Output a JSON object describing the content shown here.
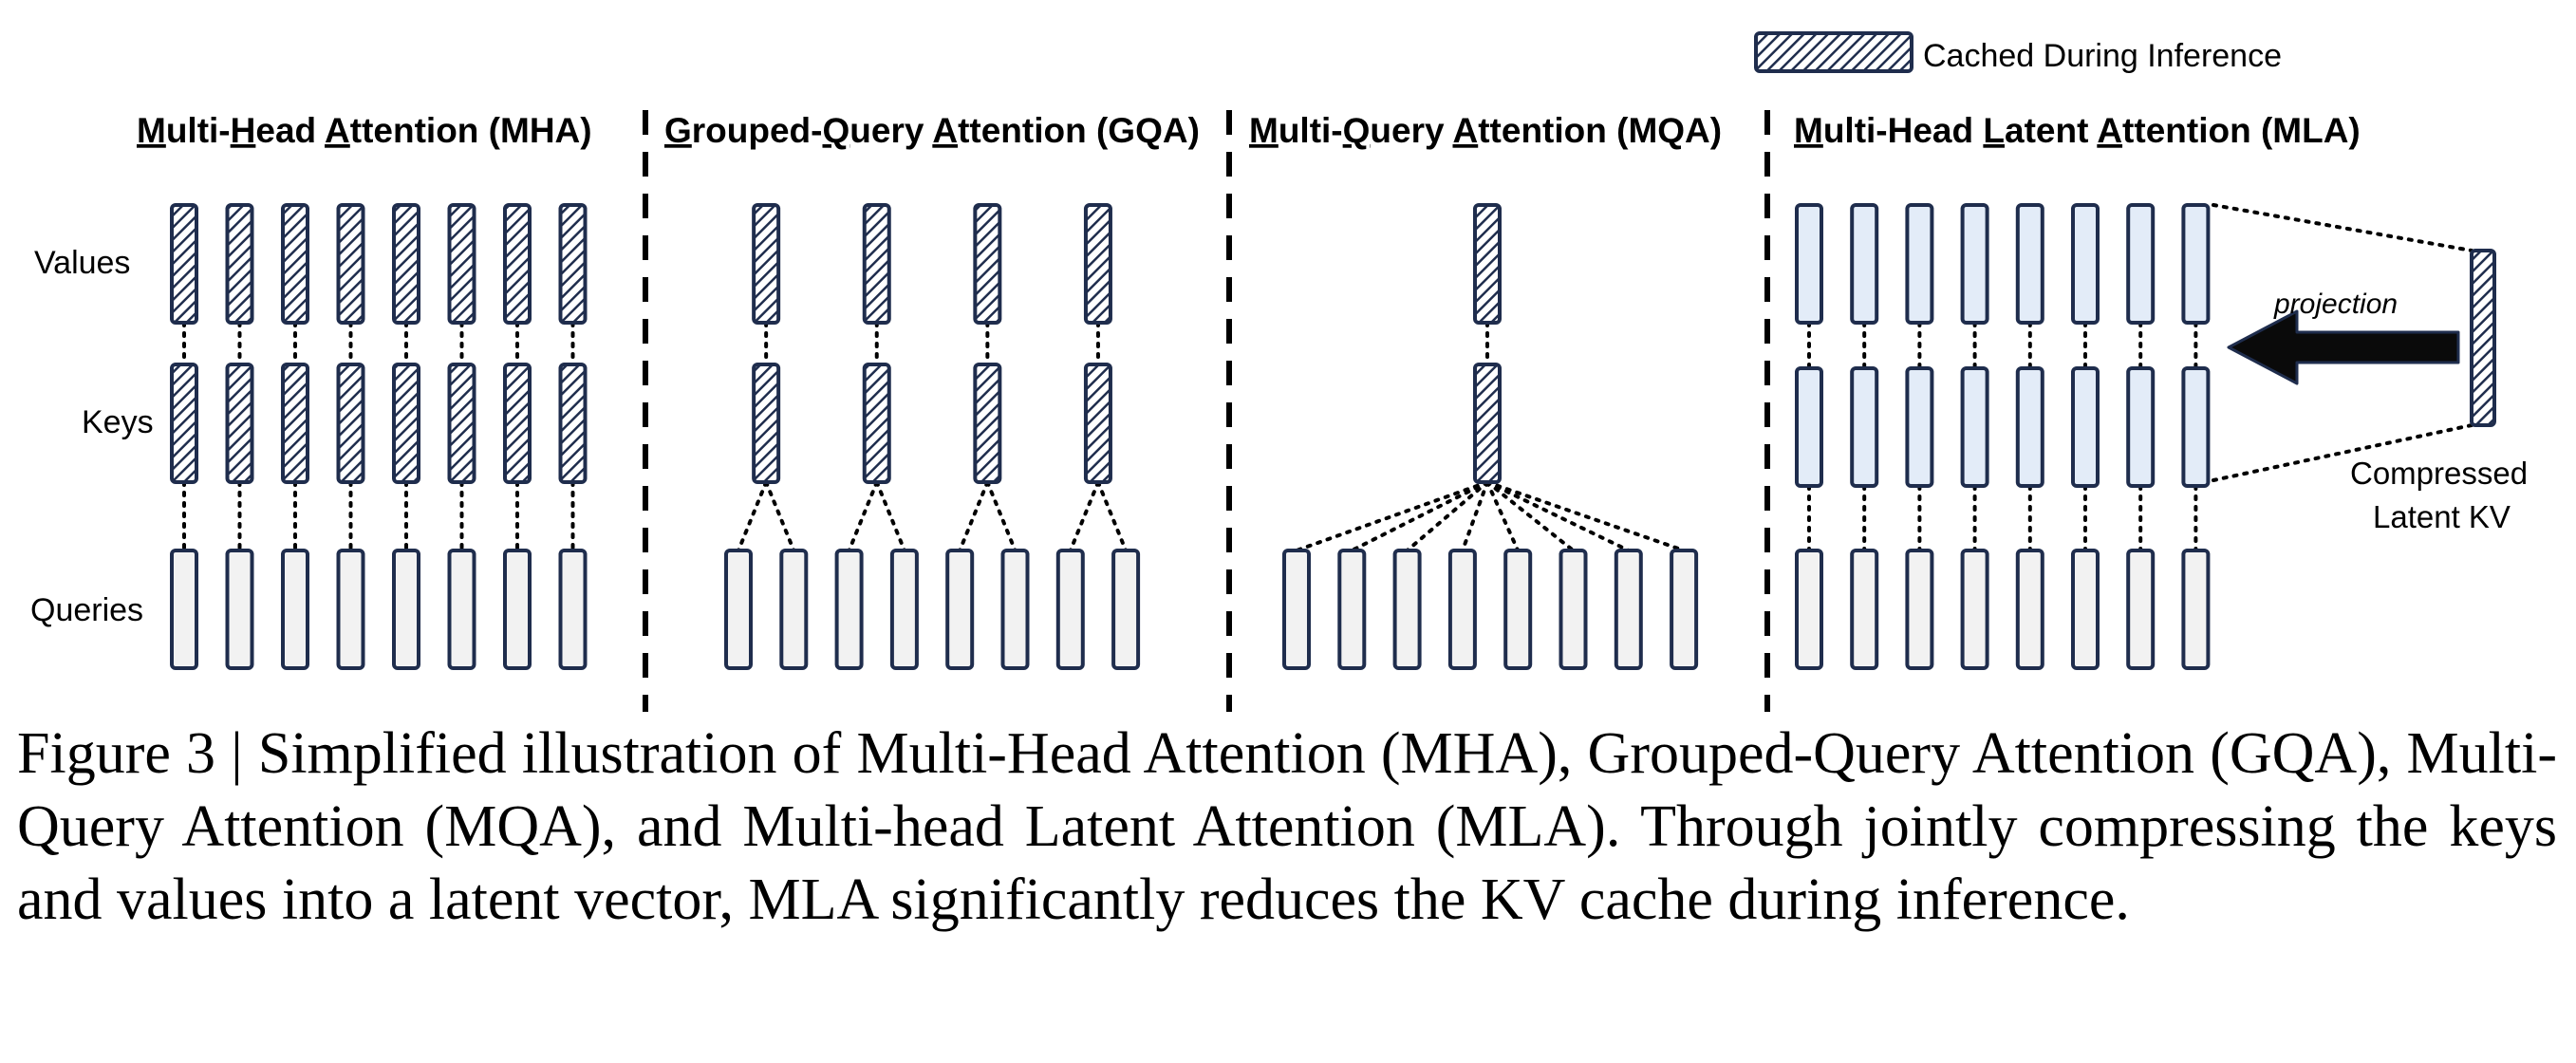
{
  "legend": {
    "label": "Cached During Inference"
  },
  "row_labels": {
    "values": "Values",
    "keys": "Keys",
    "queries": "Queries"
  },
  "panels": [
    {
      "id": "mha",
      "title_parts": [
        {
          "t": "M",
          "u": true
        },
        {
          "t": "ulti-",
          "u": false
        },
        {
          "t": "H",
          "u": true
        },
        {
          "t": "ead ",
          "u": false
        },
        {
          "t": "A",
          "u": true
        },
        {
          "t": "ttention (MHA)",
          "u": false
        }
      ]
    },
    {
      "id": "gqa",
      "title_parts": [
        {
          "t": "G",
          "u": true
        },
        {
          "t": "rouped-",
          "u": false
        },
        {
          "t": "Q",
          "u": true
        },
        {
          "t": "uery ",
          "u": false
        },
        {
          "t": "A",
          "u": true
        },
        {
          "t": "ttention (GQA)",
          "u": false
        }
      ]
    },
    {
      "id": "mqa",
      "title_parts": [
        {
          "t": "M",
          "u": true
        },
        {
          "t": "ulti-",
          "u": false
        },
        {
          "t": "Q",
          "u": true
        },
        {
          "t": "uery ",
          "u": false
        },
        {
          "t": "A",
          "u": true
        },
        {
          "t": "ttention (MQA)",
          "u": false
        }
      ]
    },
    {
      "id": "mla",
      "title_parts": [
        {
          "t": "M",
          "u": true
        },
        {
          "t": "ulti-Head ",
          "u": false
        },
        {
          "t": "L",
          "u": true
        },
        {
          "t": "atent ",
          "u": false
        },
        {
          "t": "A",
          "u": true
        },
        {
          "t": "ttention (MLA)",
          "u": false
        }
      ]
    }
  ],
  "structure": {
    "mha": {
      "queries": 8,
      "keys": 8,
      "values": 8
    },
    "gqa": {
      "queries": 8,
      "keys": 4,
      "values": 4,
      "queries_per_group": 2
    },
    "mqa": {
      "queries": 8,
      "keys": 1,
      "values": 1
    },
    "mla": {
      "queries": 8,
      "keys": 8,
      "values": 8,
      "latent_vectors": 1
    }
  },
  "projection_label": "projection",
  "latent_label_lines": [
    "Compressed",
    "Latent KV"
  ],
  "caption": "Figure 3 | Simplified illustration of Multi-Head Attention (MHA), Grouped-Query Attention (GQA), Multi-Query Attention (MQA), and Multi-head Latent Attention (MLA). Through jointly compressing the keys and values into a latent vector, MLA significantly reduces the KV cache during inference.",
  "colors": {
    "border": "#1f2d4d",
    "query_fill": "#f2f2f2",
    "mla_kv_fill": "#e3ecf8",
    "hatch": "#1f2d4d",
    "arrow": "#0a0a0a"
  }
}
